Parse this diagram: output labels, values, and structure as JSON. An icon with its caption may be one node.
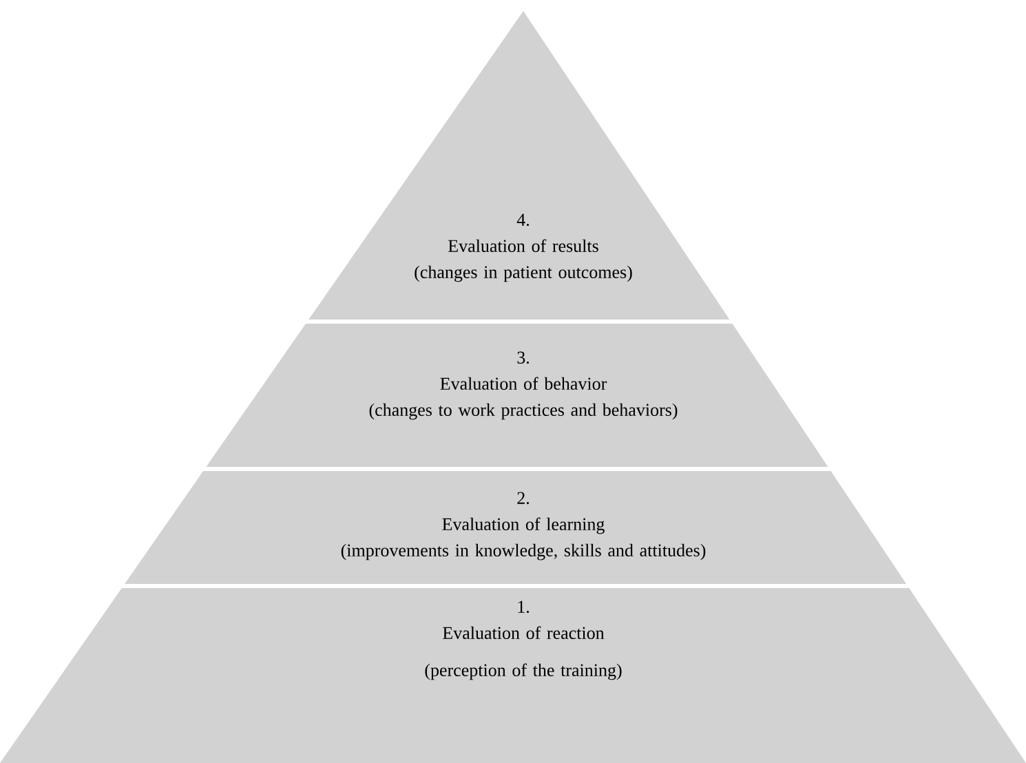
{
  "diagram": {
    "nodes": [
      {
        "text": [
          "4.",
          "Evaluation of results",
          "(changes in patient outcomes)"
        ]
      },
      {
        "text": [
          "3.",
          "Evaluation of behavior",
          "(changes to work practices and behaviors)"
        ]
      },
      {
        "text": [
          "2.",
          "Evaluation of learning",
          "(improvements in knowledge, skills and attitudes)"
        ]
      },
      {
        "text": [
          "1.",
          "Evaluation of reaction",
          "(perception of the training)"
        ]
      }
    ]
  }
}
